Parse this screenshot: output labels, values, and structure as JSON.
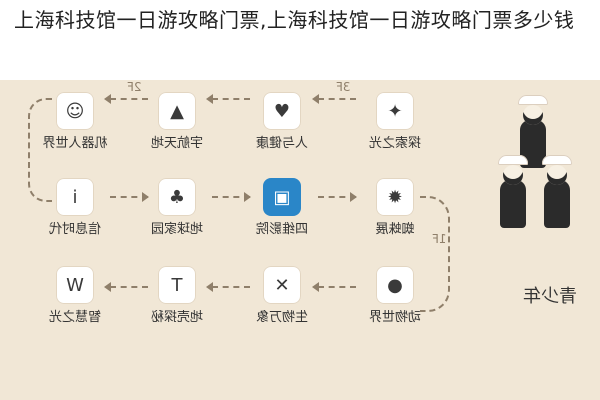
{
  "page": {
    "title": "上海科技馆一日游攻略门票,上海科技馆一日游攻略门票多少钱"
  },
  "route": {
    "audience_label": "青少年",
    "steps": {
      "s1": "1F",
      "s2": "2F",
      "s3": "3F"
    },
    "rows": [
      {
        "items": [
          {
            "label": "机器人世界",
            "icon": "robot-icon",
            "glyph": "☺"
          },
          {
            "label": "宇航天地",
            "icon": "rocket-icon",
            "glyph": "▲"
          },
          {
            "label": "人与健康",
            "icon": "heart-icon",
            "glyph": "♥"
          },
          {
            "label": "探索之光",
            "icon": "light-icon",
            "glyph": "✦"
          }
        ]
      },
      {
        "items": [
          {
            "label": "信息时代",
            "icon": "info-icon",
            "glyph": "i"
          },
          {
            "label": "地球家园",
            "icon": "tree-icon",
            "glyph": "♣"
          },
          {
            "label": "四维影院",
            "icon": "cinema-icon",
            "glyph": "▣"
          },
          {
            "label": "蜘蛛展",
            "icon": "spider-icon",
            "glyph": "✹"
          }
        ]
      },
      {
        "items": [
          {
            "label": "智慧之光",
            "icon": "bulb-icon",
            "glyph": "W"
          },
          {
            "label": "地壳探秘",
            "icon": "hammer-icon",
            "glyph": "T"
          },
          {
            "label": "生物万象",
            "icon": "animal-icon",
            "glyph": "✕"
          },
          {
            "label": "动物世界",
            "icon": "bear-icon",
            "glyph": "●"
          }
        ]
      }
    ]
  }
}
